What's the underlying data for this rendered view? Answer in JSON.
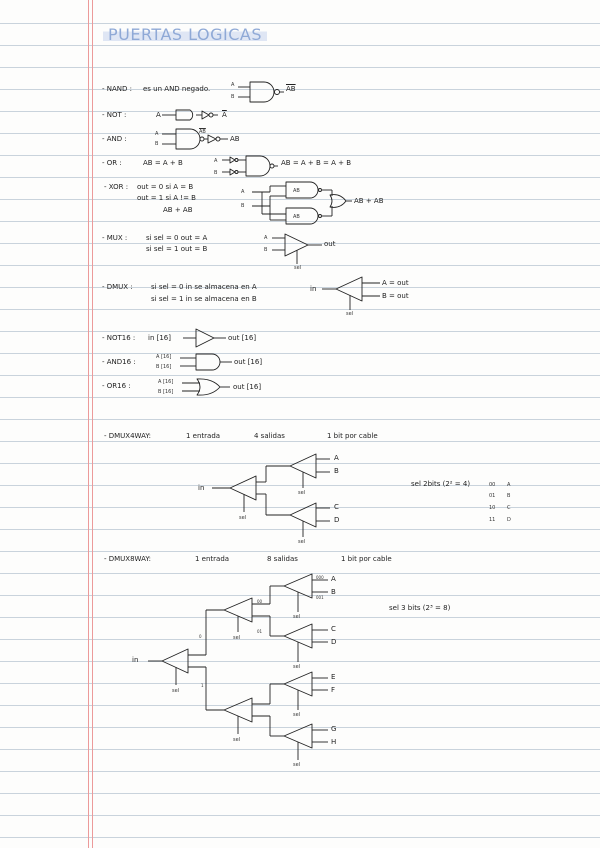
{
  "title": "PUERTAS LOGICAS",
  "nand": {
    "label": "- NAND :",
    "desc": "es un AND negado.",
    "in_a": "A",
    "in_b": "B",
    "out": "AB"
  },
  "not": {
    "label": "- NOT :",
    "in": "A",
    "out": "A"
  },
  "and": {
    "label": "- AND :",
    "in_a": "A",
    "in_b": "B",
    "mid": "AB",
    "out": "AB"
  },
  "or": {
    "label": "- OR :",
    "eq": "AB = A + B",
    "in_a": "A",
    "in_b": "B",
    "out_eq": "AB = A + B = A + B"
  },
  "xor": {
    "label": "- XOR :",
    "line1": "out = 0   si A = B",
    "line2": "out = 1   si A != B",
    "line3": "AB + AB",
    "in_a": "A",
    "in_b": "B",
    "g1": "AB",
    "g2": "AB",
    "out": "AB + AB"
  },
  "mux": {
    "label": "- MUX :",
    "line1": "si sel = 0   out = A",
    "line2": "si sel = 1   out = B",
    "in_a": "A",
    "in_b": "B",
    "out": "out",
    "sel": "sel"
  },
  "dmux": {
    "label": "- DMUX :",
    "line1": "si sel = 0      in se almacena en A",
    "line2": "si sel = 1      in se almacena en B",
    "in": "in",
    "out_a": "A = out",
    "out_b": "B = out",
    "sel": "sel"
  },
  "not16": {
    "label": "- NOT16 :",
    "in": "in [16]",
    "out": "out [16]"
  },
  "and16": {
    "label": "- AND16 :",
    "in_a": "A [16]",
    "in_b": "B [16]",
    "out": "out [16]"
  },
  "or16": {
    "label": "- OR16 :",
    "in_a": "A [16]",
    "in_b": "B [16]",
    "out": "out [16]"
  },
  "dmux4way": {
    "label": "- DMUX4WAY:",
    "entrada": "1 entrada",
    "salidas": "4 salidas",
    "bit": "1 bit por cable",
    "in": "in",
    "sel": "sel",
    "outs": [
      "A",
      "B",
      "C",
      "D"
    ],
    "sel_bits": "sel  2bits (2² = 4)",
    "codes": [
      [
        "00",
        "A"
      ],
      [
        "01",
        "B"
      ],
      [
        "10",
        "C"
      ],
      [
        "11",
        "D"
      ]
    ]
  },
  "dmux8way": {
    "label": "- DMUX8WAY:",
    "entrada": "1 entrada",
    "salidas": "8 salidas",
    "bit": "1 bit por cable",
    "in": "in",
    "sel": "sel",
    "outs": [
      "A",
      "B",
      "C",
      "D",
      "E",
      "F",
      "G",
      "H"
    ],
    "sel_bits": "sel  3 bits (2³ = 8)",
    "small": [
      "000",
      "001",
      "00",
      "01",
      "0",
      "1"
    ]
  }
}
